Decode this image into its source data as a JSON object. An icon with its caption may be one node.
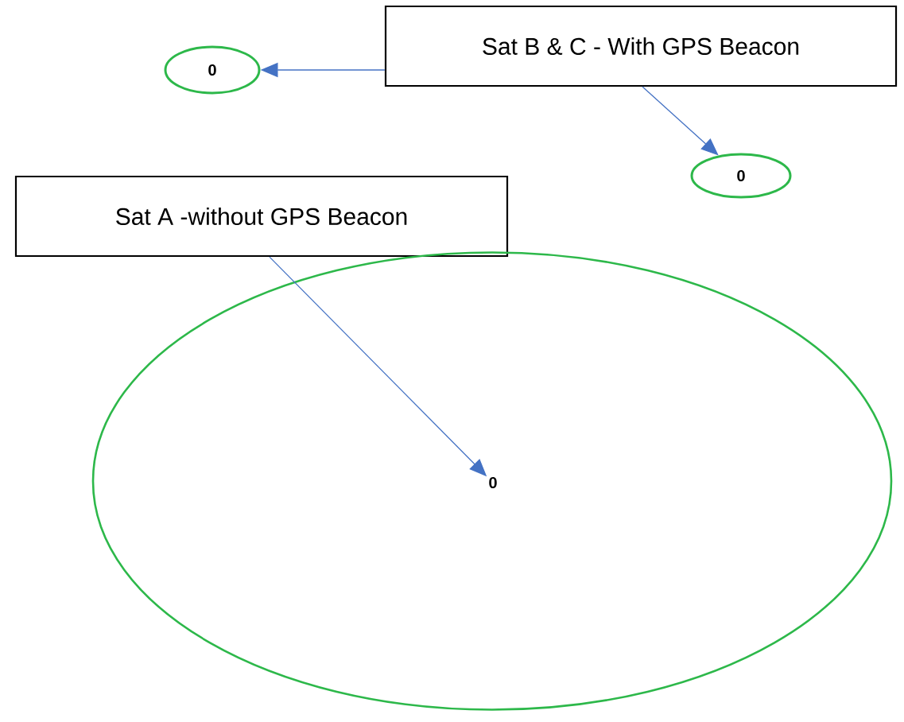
{
  "diagram": {
    "nodes": [
      {
        "text": [
          "Sat B & C - With GPS Beacon"
        ]
      },
      {
        "text": [
          "0"
        ]
      },
      {
        "text": [
          "0"
        ]
      },
      {
        "text": [
          "Sat A -without GPS Beacon"
        ]
      },
      {
        "text": [],
        "shape": "ellipse"
      },
      {
        "text": [
          "0"
        ],
        "in": 4
      }
    ],
    "edges": [
      {
        "from": 0,
        "to": 1,
        "arrow": "to"
      },
      {
        "from": 0,
        "to": 2,
        "arrow": "to"
      },
      {
        "from": 3,
        "to": 5,
        "arrow": "to"
      }
    ]
  }
}
